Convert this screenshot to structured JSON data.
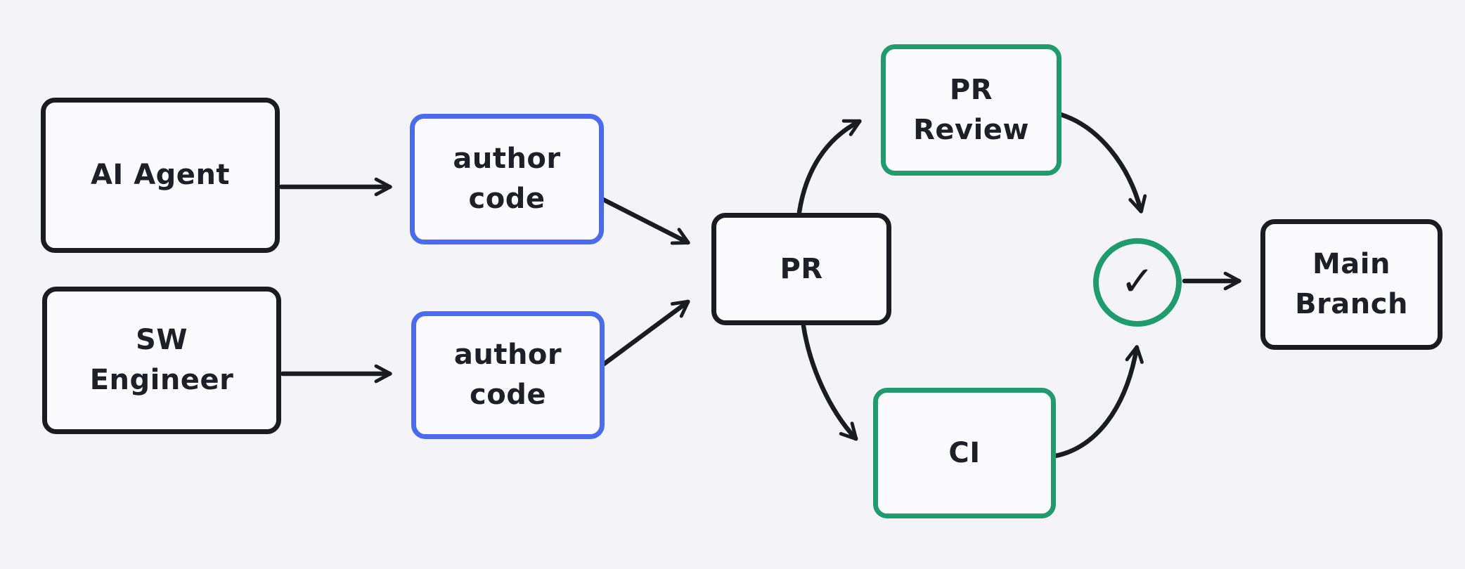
{
  "diagram": {
    "background": "#f4f4f8",
    "colors": {
      "node_stroke_default": "#1b1b22",
      "node_stroke_author": "#4a6af0",
      "node_stroke_review_ci": "#1e9c6e",
      "node_fill": "#fbfbfe",
      "arrow": "#1b1b22",
      "text": "#1f1f27"
    },
    "nodes": {
      "ai_agent": {
        "label": "AI Agent",
        "stroke": "black"
      },
      "sw_engineer": {
        "label": "SW\nEngineer",
        "stroke": "black"
      },
      "author_code_top": {
        "label": "author\ncode",
        "stroke": "blue"
      },
      "author_code_bottom": {
        "label": "author\ncode",
        "stroke": "blue"
      },
      "pr": {
        "label": "PR",
        "stroke": "black"
      },
      "pr_review": {
        "label": "PR\nReview",
        "stroke": "green"
      },
      "ci": {
        "label": "CI",
        "stroke": "green"
      },
      "check": {
        "symbol": "✓",
        "stroke": "green"
      },
      "main_branch": {
        "label": "Main\nBranch",
        "stroke": "black"
      }
    },
    "edges": [
      {
        "from": "ai_agent",
        "to": "author_code_top",
        "shape": "straight"
      },
      {
        "from": "sw_engineer",
        "to": "author_code_bottom",
        "shape": "straight"
      },
      {
        "from": "author_code_top",
        "to": "pr",
        "shape": "straight"
      },
      {
        "from": "author_code_bottom",
        "to": "pr",
        "shape": "straight"
      },
      {
        "from": "pr",
        "to": "pr_review",
        "shape": "curved"
      },
      {
        "from": "pr",
        "to": "ci",
        "shape": "curved"
      },
      {
        "from": "pr_review",
        "to": "check",
        "shape": "curved"
      },
      {
        "from": "ci",
        "to": "check",
        "shape": "curved"
      },
      {
        "from": "check",
        "to": "main_branch",
        "shape": "straight"
      }
    ]
  }
}
